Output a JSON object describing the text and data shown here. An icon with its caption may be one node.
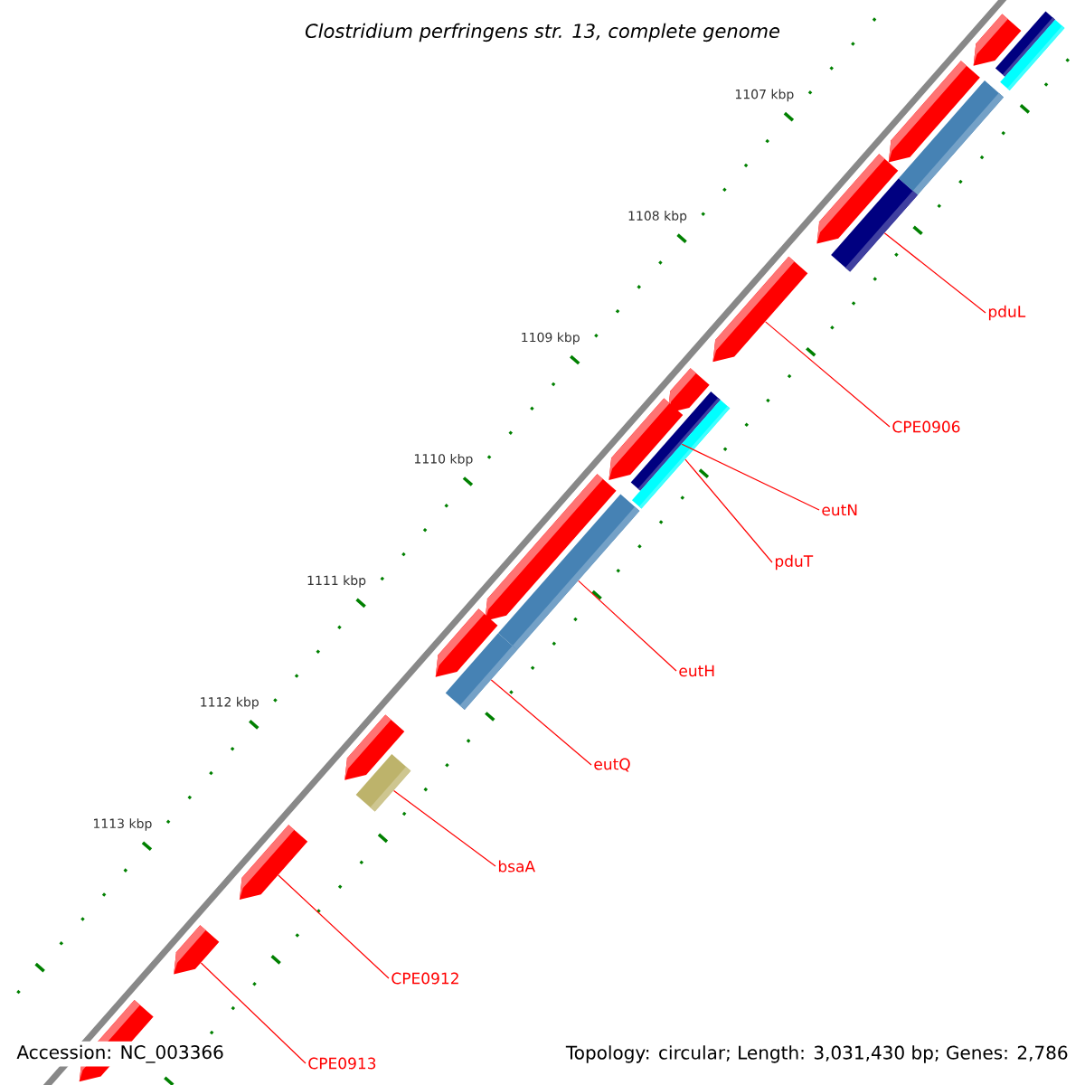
{
  "diagram": {
    "title": "Clostridium perfringens str. 13, complete genome",
    "nodes": [
      {
        "text": [],
        "shape": "pentagon"
      },
      {
        "text": [],
        "shape": "bar"
      },
      {
        "text": [],
        "shape": "bar"
      },
      {
        "text": [],
        "shape": "bar"
      },
      {
        "text": [],
        "shape": "pentagon"
      },
      {
        "text": [],
        "shape": "pentagon"
      },
      {
        "text": [],
        "shape": "bar"
      },
      {
        "text": [],
        "shape": "pentagon"
      },
      {
        "text": [],
        "shape": "pentagon"
      },
      {
        "text": [],
        "shape": "pentagon"
      },
      {
        "text": [],
        "shape": "bar"
      },
      {
        "text": [],
        "shape": "bar"
      },
      {
        "text": [],
        "shape": "pentagon"
      },
      {
        "text": [],
        "shape": "bar"
      },
      {
        "text": [],
        "shape": "pentagon"
      },
      {
        "text": [],
        "shape": "bar"
      },
      {
        "text": [],
        "shape": "pentagon"
      },
      {
        "text": [],
        "shape": "bar"
      },
      {
        "text": [],
        "shape": "pentagon"
      },
      {
        "text": [],
        "shape": "pentagon"
      },
      {
        "text": [],
        "shape": "pentagon"
      },
      {
        "text": [
          "pduL"
        ]
      },
      {
        "text": [
          "CPE0906"
        ]
      },
      {
        "text": [
          "eutN"
        ]
      },
      {
        "text": [
          "pduT"
        ]
      },
      {
        "text": [
          "eutH"
        ]
      },
      {
        "text": [
          "eutQ"
        ]
      },
      {
        "text": [
          "bsaA"
        ]
      },
      {
        "text": [
          "CPE0912"
        ]
      },
      {
        "text": [
          "CPE0913"
        ]
      }
    ],
    "edges": [
      {
        "from": 21,
        "to": 6,
        "arrow": "none"
      },
      {
        "from": 22,
        "to": 7,
        "arrow": "none"
      },
      {
        "from": 23,
        "to": 10,
        "arrow": "none"
      },
      {
        "from": 24,
        "to": 11,
        "arrow": "none"
      },
      {
        "from": 25,
        "to": 13,
        "arrow": "none"
      },
      {
        "from": 26,
        "to": 15,
        "arrow": "none"
      },
      {
        "from": 27,
        "to": 17,
        "arrow": "none"
      },
      {
        "from": 28,
        "to": 18,
        "arrow": "none"
      },
      {
        "from": 29,
        "to": 19,
        "arrow": "none"
      }
    ],
    "labels": [
      "1107 kbp",
      "1108 kbp",
      "1109 kbp",
      "1110 kbp",
      "1111 kbp",
      "1112 kbp",
      "1113 kbp",
      "Accession: NC_003366",
      "Topology: circular; Length: 3,031,430 bp; Genes: 2,786"
    ]
  }
}
